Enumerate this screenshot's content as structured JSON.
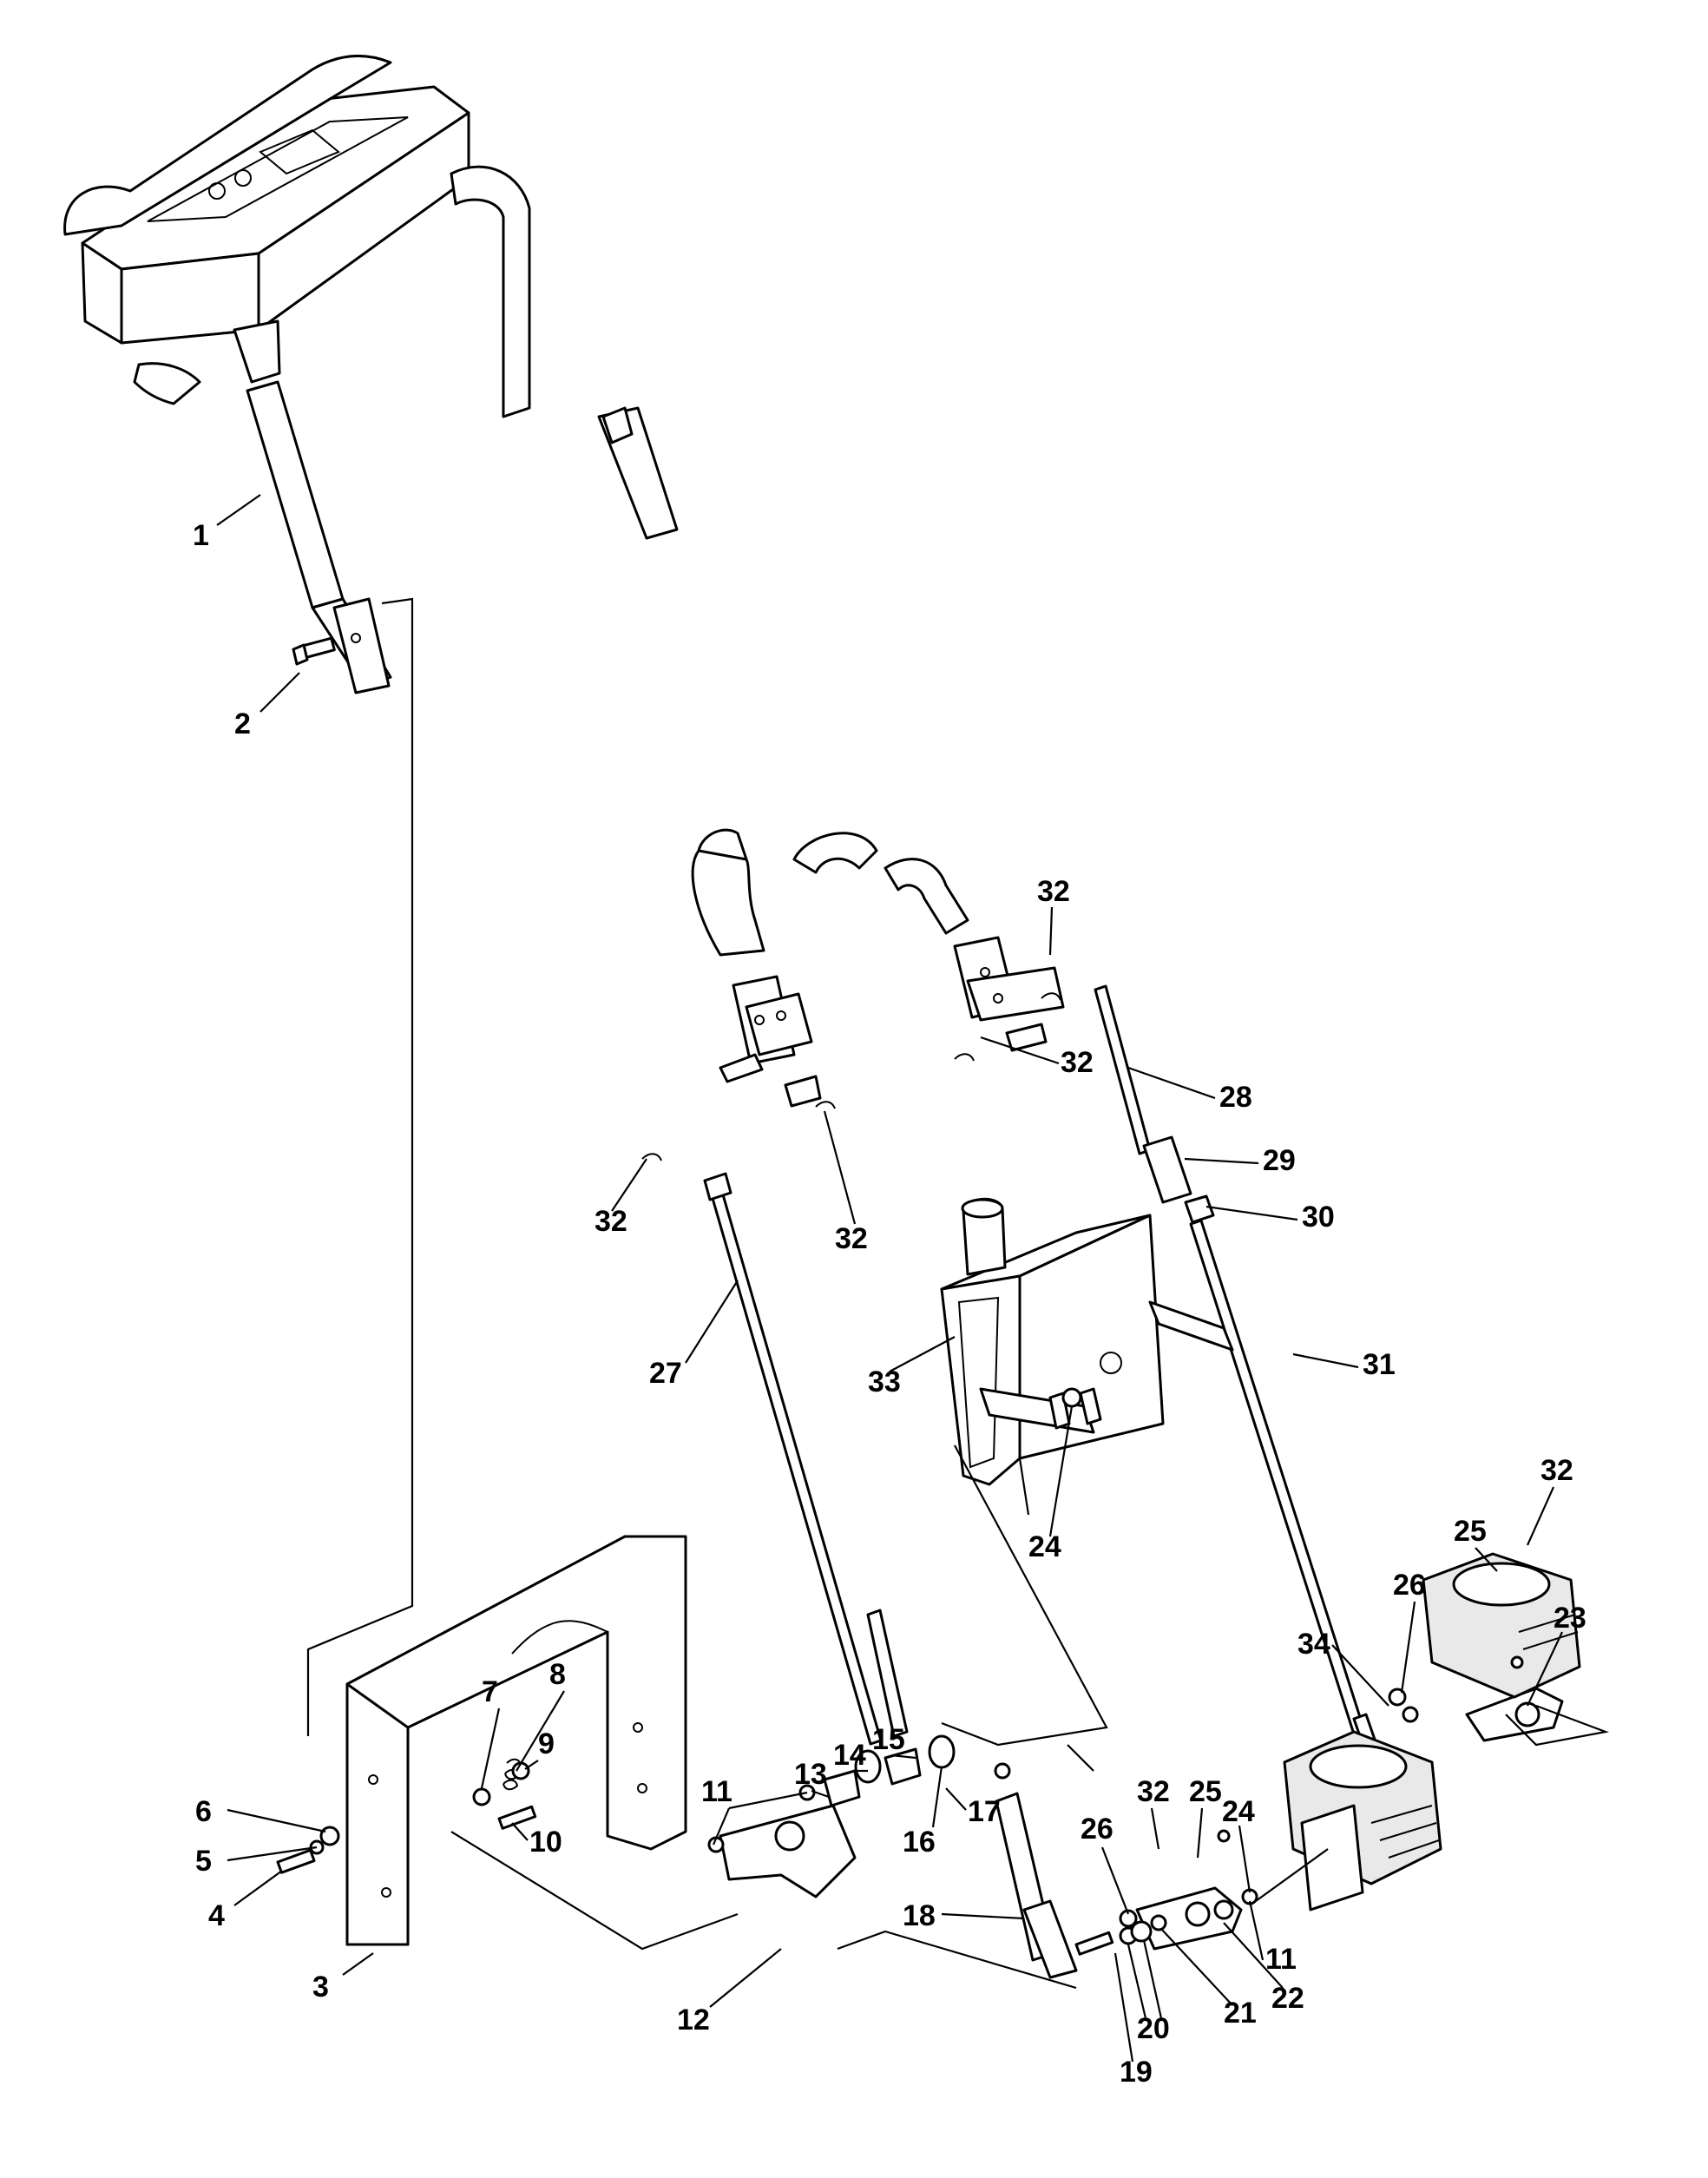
{
  "callouts": [
    {
      "id": "c1",
      "label": "1"
    },
    {
      "id": "c2",
      "label": "2"
    },
    {
      "id": "c3",
      "label": "3"
    },
    {
      "id": "c4",
      "label": "4"
    },
    {
      "id": "c5",
      "label": "5"
    },
    {
      "id": "c6",
      "label": "6"
    },
    {
      "id": "c7",
      "label": "7"
    },
    {
      "id": "c8",
      "label": "8"
    },
    {
      "id": "c9",
      "label": "9"
    },
    {
      "id": "c10",
      "label": "10"
    },
    {
      "id": "c11a",
      "label": "11"
    },
    {
      "id": "c11b",
      "label": "11"
    },
    {
      "id": "c12",
      "label": "12"
    },
    {
      "id": "c13",
      "label": "13"
    },
    {
      "id": "c14",
      "label": "14"
    },
    {
      "id": "c15",
      "label": "15"
    },
    {
      "id": "c16",
      "label": "16"
    },
    {
      "id": "c17",
      "label": "17"
    },
    {
      "id": "c18",
      "label": "18"
    },
    {
      "id": "c19",
      "label": "19"
    },
    {
      "id": "c20",
      "label": "20"
    },
    {
      "id": "c21",
      "label": "21"
    },
    {
      "id": "c22",
      "label": "22"
    },
    {
      "id": "c23",
      "label": "23"
    },
    {
      "id": "c24a",
      "label": "24"
    },
    {
      "id": "c24b",
      "label": "24"
    },
    {
      "id": "c25a",
      "label": "25"
    },
    {
      "id": "c25b",
      "label": "25"
    },
    {
      "id": "c26a",
      "label": "26"
    },
    {
      "id": "c26b",
      "label": "26"
    },
    {
      "id": "c27",
      "label": "27"
    },
    {
      "id": "c28",
      "label": "28"
    },
    {
      "id": "c29",
      "label": "29"
    },
    {
      "id": "c30",
      "label": "30"
    },
    {
      "id": "c31",
      "label": "31"
    },
    {
      "id": "c32a",
      "label": "32"
    },
    {
      "id": "c32b",
      "label": "32"
    },
    {
      "id": "c32c",
      "label": "32"
    },
    {
      "id": "c32d",
      "label": "32"
    },
    {
      "id": "c32e",
      "label": "32"
    },
    {
      "id": "c32f",
      "label": "32"
    },
    {
      "id": "c33",
      "label": "33"
    },
    {
      "id": "c34",
      "label": "34"
    }
  ]
}
